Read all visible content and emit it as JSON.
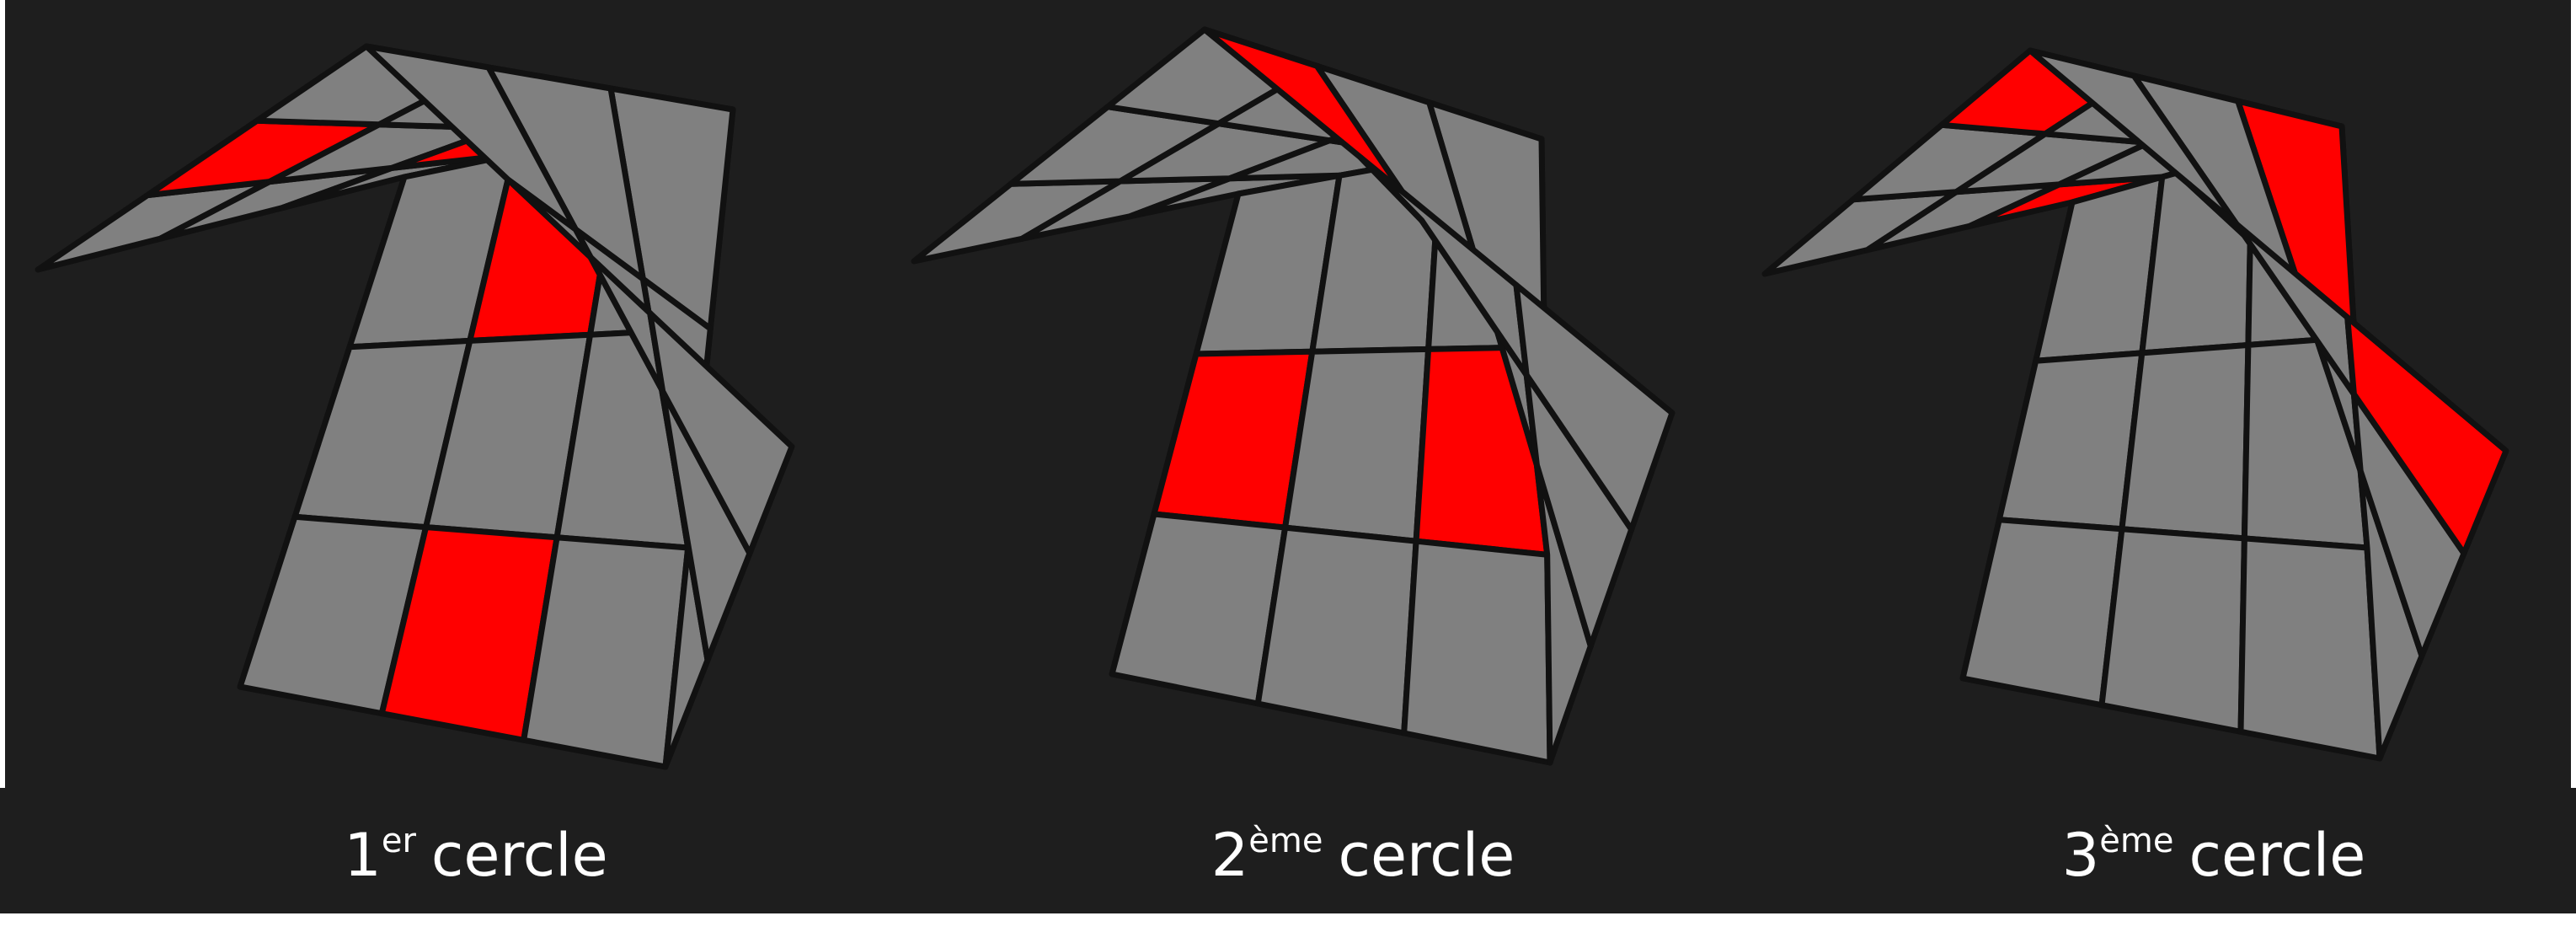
{
  "colors": {
    "background": "#1e1e1e",
    "sticker_base": "#808080",
    "highlight": "#ff0000",
    "grid_line": "#111111",
    "caption_text": "#ffffff"
  },
  "panels": [
    {
      "caption": {
        "number": "1",
        "suffix": "er",
        "word": "cercle"
      },
      "highlighted_stickers": {
        "front": [
          [
            0,
            1
          ],
          [
            2,
            1
          ]
        ],
        "top": [
          [
            0,
            1
          ],
          [
            2,
            1
          ]
        ],
        "right": []
      }
    },
    {
      "caption": {
        "number": "2",
        "suffix": "ème",
        "word": "cercle"
      },
      "highlighted_stickers": {
        "front": [
          [
            1,
            0
          ],
          [
            1,
            2
          ]
        ],
        "top": [],
        "right": [
          [
            1,
            0
          ],
          [
            0,
            2
          ]
        ]
      }
    },
    {
      "caption": {
        "number": "3",
        "suffix": "ème",
        "word": "cercle"
      },
      "highlighted_stickers": {
        "front": [],
        "top": [
          [
            0,
            2
          ],
          [
            2,
            0
          ]
        ],
        "right": [
          [
            0,
            0
          ],
          [
            2,
            2
          ]
        ]
      }
    }
  ]
}
